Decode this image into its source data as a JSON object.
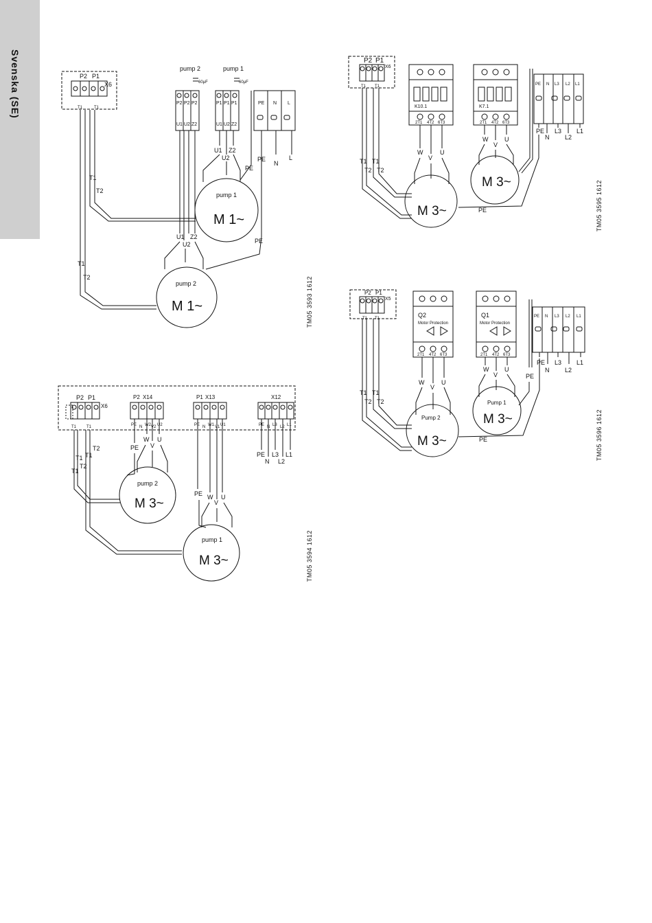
{
  "side_tab": {
    "text": "Svenska (SE)"
  },
  "diagram1": {
    "code": "TM05 3593 1612",
    "p2": "P2",
    "p1": "P1",
    "x6": "X6",
    "t1": "T1",
    "t2": "T2",
    "pump2_label": "pump 2",
    "pump1_label": "pump 1",
    "cap": "60μF",
    "u1": "U1",
    "u2": "U2",
    "z2": "Z2",
    "pe": "PE",
    "n": "N",
    "l": "L",
    "motor": "M 1~"
  },
  "diagram2": {
    "code": "TM05 3594 1612",
    "p2": "P2",
    "p1": "P1",
    "x6": "X6",
    "x14": "X14",
    "x13": "X13",
    "x12": "X12",
    "t1": "T1",
    "t2": "T2",
    "pe": "PE",
    "n": "N",
    "w": "W",
    "v": "V",
    "u": "U",
    "w2": "W2",
    "v2": "V2",
    "u2": "U2",
    "w1": "W1",
    "v1": "V1",
    "u1": "U1",
    "l3": "L3",
    "l2": "L2",
    "l1": "L1",
    "pump2_label": "pump 2",
    "pump1_label": "pump 1",
    "motor": "M 3~"
  },
  "diagram3": {
    "code": "TM05 3595 1612",
    "p2": "P2",
    "p1": "P1",
    "x6": "X6",
    "t1": "T1",
    "t2": "T2",
    "k10": "K10.1",
    "k7": "K7.1",
    "t21": "2T1",
    "t42": "4T2",
    "t63": "6T3",
    "w": "W",
    "v": "V",
    "u": "U",
    "pe": "PE",
    "n": "N",
    "l3": "L3",
    "l2": "L2",
    "l1": "L1",
    "motor": "M 3~"
  },
  "diagram4": {
    "code": "TM05 3596 1612",
    "p2": "P2",
    "p1": "P1",
    "x5": "X5",
    "t1": "T1",
    "t2": "T2",
    "q2": "Q2",
    "q1": "Q1",
    "mp": "Motor Protection",
    "t21": "2T1",
    "t42": "4T2",
    "t63": "6T3",
    "w": "W",
    "v": "V",
    "u": "U",
    "pe": "PE",
    "n": "N",
    "l3": "L3",
    "l2": "L2",
    "l1": "L1",
    "pump2_label": "Pump 2",
    "pump1_label": "Pump 1",
    "motor": "M 3~"
  }
}
